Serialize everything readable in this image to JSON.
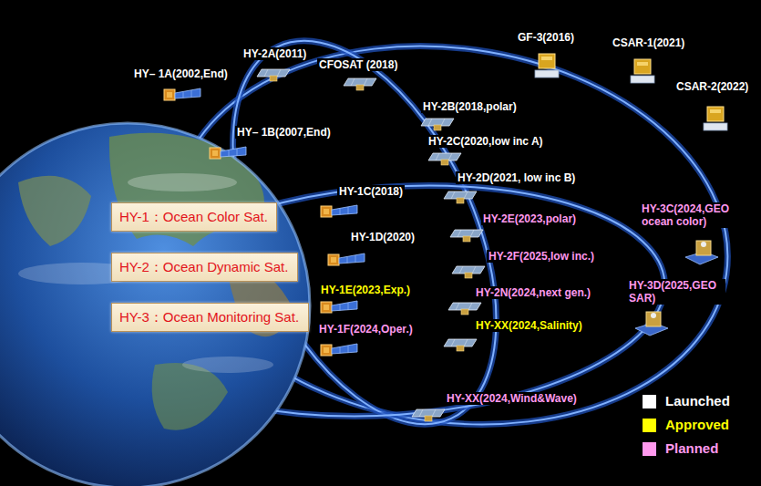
{
  "diagram": {
    "nodes": [
      {
        "text": [
          "HY-1：Ocean Color Sat."
        ]
      },
      {
        "text": [
          "HY-2：Ocean Dynamic Sat."
        ]
      },
      {
        "text": [
          "HY-3：Ocean Monitoring Sat."
        ]
      }
    ],
    "labels": [
      "HY-2A(2011)",
      "CFOSAT (2018)",
      "GF-3(2016)",
      "CSAR-1(2021)",
      "CSAR-2(2022)",
      "HY– 1A(2002,End)",
      "HY-2B(2018,polar)",
      "HY– 1B(2007,End)",
      "HY-2C(2020,low inc A)",
      "HY-1C(2018)",
      "HY-2D(2021, low inc B)",
      "HY-3C(2024,GEO ocean color)",
      "HY-1D(2020)",
      "HY-2E(2023,polar)",
      "HY-2F(2025,low inc.)",
      "HY-1E(2023,Exp.)",
      "HY-2N(2024,next gen.)",
      "HY-3D(2025,GEO SAR)",
      "HY-1F(2024,Oper.)",
      "HY-XX(2024,Salinity)",
      "HY-XX(2024,Wind&Wave)"
    ],
    "legend": [
      {
        "text": "Launched",
        "color": "#ffffff"
      },
      {
        "text": "Approved",
        "color": "#ffff00"
      },
      {
        "text": "Planned",
        "color": "#ff99ee"
      }
    ]
  }
}
